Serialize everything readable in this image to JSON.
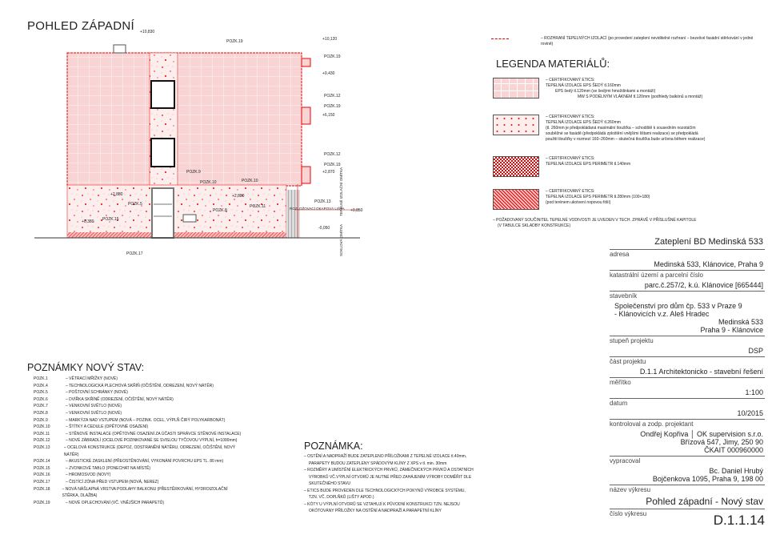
{
  "drawing": {
    "title": "POHLED ZÁPADNÍ",
    "levels": [
      "+10,830",
      "+10,120",
      "+9,430",
      "+6,150",
      "+2,870",
      "+2,880",
      "+2,880",
      "+0,380",
      "+0,850",
      "-0,050"
    ],
    "labels": [
      "POZK.19",
      "POZK.19",
      "POZK.12",
      "POZK.19",
      "POZK.12",
      "POZK.19",
      "POZK.9",
      "POZK.10",
      "POZK.10",
      "POZK.8",
      "POZK.15",
      "POZK.11",
      "POZK.5",
      "POZK.13",
      "POZK.17"
    ],
    "side_text": [
      "ROZLOŽOVACÍ OKAPOVÁ LIŠTA",
      "TEPELNĚ IZOLAČNÍ OMÍTKA",
      "SOKLOVÁ OMÍTKA"
    ]
  },
  "legend": {
    "boundary_note": "– ROZHRANÍ TEPELNÝCH IZOLACÍ (po provedení zateplení neviditelné rozhraní – bezešvé fasádní stěrkování v jedné rovině)",
    "title": "LEGENDA MATERIÁLŮ:",
    "items": [
      {
        "lines": [
          "– CERTIFIKOVANÝ ETICS:",
          "TEPELNÁ IZOLACE EPS ŠEDÝ tl.160mm",
          "EPS šedý tl.120mm (se šedými hmoždinkami a montáží)",
          "MW S PODÉLNÝM VLÁKNEM tl.120mm (podhledy balkónů a montáž)"
        ]
      },
      {
        "lines": [
          "– CERTIFIKOVANÝ ETICS:",
          "TEPELNÁ IZOLACE EPS ŠEDÝ tl.260mm",
          "(tl. 260mm je předpokládaná maximální tloušťka – schodiště k sousedním nozotáčím",
          "souběžné se fasádě (předpokládá zploštění vnějšími lištami realizace) se předpokládá",
          "použití tloušťky v rozmezí 160–260mm – skutečná tloušťka bude určena během realizace)"
        ]
      },
      {
        "lines": [
          "– CERTIFIKOVANÝ ETICS:",
          "TEPELNÁ IZOLACE EPS PERIMETR tl.140mm"
        ]
      },
      {
        "lines": [
          "– CERTIFIKOVANÝ ETICS:",
          "TEPELNÁ IZOLACE EPS PERIMETR tl.280mm (100+180)",
          "(pod terénem ukotvení nopovou fólií)"
        ]
      }
    ],
    "footnote": [
      "– POŽADOVANÝ SOUČINITEL TEPELNÉ VODIVOSTI JE UVEDEN V TECH. ZPRÁVĚ V PŘÍSLUŠNÉ KAPITOLE",
      "(V TABULCE SKLADBY KONSTRUKCE)"
    ]
  },
  "notes": {
    "title": "POZNÁMKY NOVÝ STAV:",
    "items": [
      [
        "POZK.1",
        "– VĚTRACÍ MŘÍŽKY (NOVÉ)"
      ],
      [
        "POZK.4",
        "– TECHNOLOGICKÁ PLECHOVÁ SKŘÍŇ (OČIŠTĚNÍ, ODREZENÍ, NOVÝ NÁTĚR)"
      ],
      [
        "POZK.5",
        "– POŠTOVNÍ SCHRÁNKY (NOVÉ)"
      ],
      [
        "POZK.6",
        "– DVÍŘKA SKŘÍNĚ (ODREZENÍ, OČIŠTĚNÍ, NOVÝ NÁTĚR)"
      ],
      [
        "POZK.7",
        "– VENKOVNÍ SVĚTLO (NOVÉ)"
      ],
      [
        "POZK.8",
        "– VENKOVNÍ SVĚTLO (NOVÉ)"
      ],
      [
        "POZK.9",
        "– MARKÝZA NAD VSTUPEM (NOVÁ – POZINK. OCEL, VÝPLŇ ČIRÝ POLYKARBONÁT)"
      ],
      [
        "POZK.10",
        "– ŠTÍTKY A CEDULE (OPĚTOVNÉ OSAZENÍ)"
      ],
      [
        "POZK.11",
        "– STĚNOVÉ INSTALACE (OPĚTOVNÉ OSAZENÍ ZA ÚČASTI SPRÁVCE STĚNOVÉ INSTALACE)"
      ],
      [
        "POZK.12",
        "– NOVÉ ZÁBRADLÍ (OCELOVÉ POZINKOVANÉ SE SVISLOU TYČOVOU VÝPLNÍ, h=1000mm)"
      ],
      [
        "POZK.13",
        "– OCELOVÁ KONSTRUKCE (DEPOZ, ODSTRANĚNÍ NÁTĚRU, ODREZENÍ, OČIŠTĚNÍ, NOVÝ NÁTĚR)"
      ],
      [
        "POZK.14",
        "– AKUSTICKÉ ZASKLENÍ (PŘEOSTĚNOVÁNÍ, VYKONÁNÍ POVRCHU EPS TL. 80 mm)"
      ],
      [
        "POZK.15",
        "– ZVONKOVÉ TABLO (PONECHAT NA MÍSTĚ)"
      ],
      [
        "POZK.16",
        "– HROMOSVOD (NOVÝ)"
      ],
      [
        "POZK.17",
        "– ČISTÍCÍ ZÓNA PŘED VSTUPEM (NOVÁ, NEREZ)"
      ],
      [
        "POZK.18",
        "– NOVÁ NÁŠLAPNÁ VRSTVA PODLAHY BALKONU (PŘESTĚRKOVÁNÍ, HYDROIZOLAČNÍ STĚRKA, DLAŽBA)"
      ],
      [
        "POZK.19",
        "– NOVÉ OPLECHOVÁNÍ (VČ. VNĚJŠÍCH PARAPETŮ)"
      ]
    ]
  },
  "remark": {
    "title": "POZNÁMKA:",
    "lines": [
      "– OSTĚNÍ A NADPRAŽÍ BUDE ZATEPLENO PŘÍLOŽKAMI Z TEPELNÉ IZOLACE tl.40mm,",
      "PARAPETY BUDOU ZATEPLENY SPÁDOVÝM KLÍNY Z XPS v tl. min. 30mm",
      "– ROZMĚRY A UMÍSTĚNÍ ELEKTRICKÝCH PRVKŮ, ZÁMEČNICKÝCH PRVKŮ A OSTATNÍCH",
      "VÝROBKŮ VČ.VÝPLNÍ OTVORŮ JE NUTNÉ PŘED ZAHÁJENÍM VÝROBY DOMĚŘIT DLE",
      "SKUTEČNÉHO STAVU",
      "– ETICS BUDE PROVEDEN DLE TECHNOLOGICKÝCH POKYNŮ VÝROBCE SYSTÉMU,",
      "TZN. VČ. DOPLŇKŮ (LIŠTY APOD.)",
      "– KÓTY U VÝPLNÍ OTVORŮ SE VZTAHUJÍ K PŮVODNÍ KONSTRUKCI TZN. NEJSOU",
      "OKÓTOVÁNY PŘÍLOŽKY NA OSTĚNÍ A NADPRAŽÍ A PARAPETNÍ KLÍNY"
    ]
  },
  "titleblock": {
    "project": "Zateplení BD Medinská 533",
    "address_label": "adresa",
    "address": "Medinská 533, Klánovice, Praha 9",
    "cadastre_label": "katastrální území a parcelní číslo",
    "cadastre": "parc.č.257/2, k.ú. Klánovice [665444]",
    "investor_label": "stavebník",
    "investor": [
      "Společenství pro dům čp. 533 v Praze 9",
      "- Klánovicích v.z. Aleš Hradec",
      "Medinská 533",
      "Praha 9 - Klánovice"
    ],
    "stage_label": "stupeň projektu",
    "stage": "DSP",
    "part_label": "část projektu",
    "part": "D.1.1 Architektonicko - stavební řešení",
    "scale_label": "měřítko",
    "scale": "1:100",
    "date_label": "datum",
    "date": "10/2015",
    "checked_label": "kontroloval a zodp. projektant",
    "checked": [
      "Ondřej Kopřiva │ OK supervision s.r.o.",
      "Břízová 547, Jimy, 250 90",
      "ČKAIT 000960000"
    ],
    "author_label": "vypracoval",
    "author": [
      "Bc. Daniel Hrubý",
      "Bojčenkova 1095, Praha 9, 198 00"
    ],
    "name_label": "název výkresu",
    "name": "Pohled západní - Nový stav",
    "number_label": "číslo výkresu",
    "number": "D.1.1.14"
  },
  "colors": {
    "red": "#e00000",
    "pink": "#f7d6d6"
  }
}
